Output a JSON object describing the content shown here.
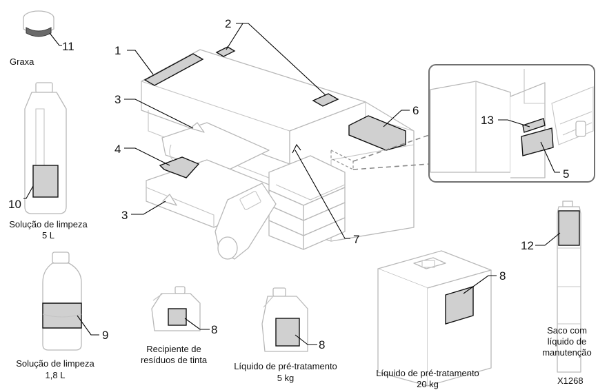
{
  "callouts": {
    "c1": "1",
    "c2": "2",
    "c3a": "3",
    "c3b": "3",
    "c4": "4",
    "c5": "5",
    "c6": "6",
    "c7": "7",
    "c8a": "8",
    "c8b": "8",
    "c8c": "8",
    "c9": "9",
    "c10": "10",
    "c11": "11",
    "c12": "12",
    "c13": "13"
  },
  "labels": {
    "grease": "Graxa",
    "cleaning_5l_line1": "Solução de limpeza",
    "cleaning_5l_line2": "5 L",
    "cleaning_18l_line1": "Solução de limpeza",
    "cleaning_18l_line2": "1,8 L",
    "waste_line1": "Recipiente de",
    "waste_line2": "resíduos de tinta",
    "pretreat5_line1": "Líquido de pré-tratamento",
    "pretreat5_line2": "5 kg",
    "pretreat20_line1": "Líquido de pré-tratamento",
    "pretreat20_line2": "20 kg",
    "bag_line1": "Saco com",
    "bag_line2": "líquido de",
    "bag_line3": "manutenção"
  },
  "figure_id": "X1268"
}
